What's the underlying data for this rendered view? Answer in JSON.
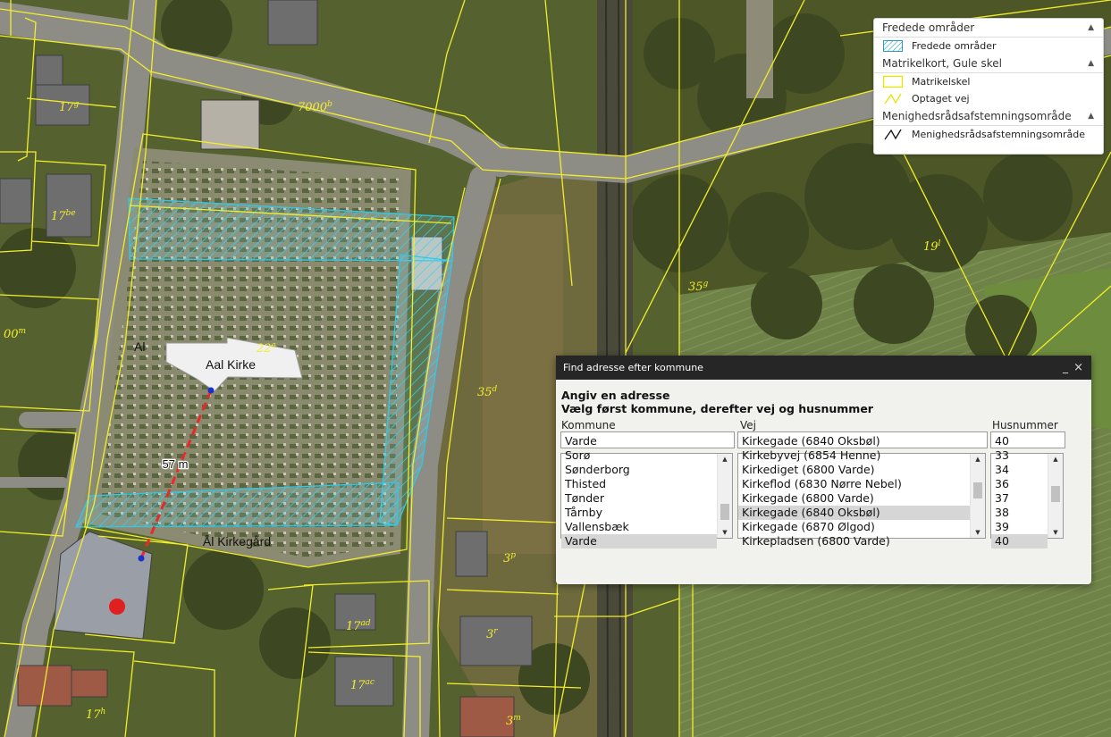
{
  "map": {
    "parcels": [
      {
        "main": "17",
        "sup": "g"
      },
      {
        "main": "7000",
        "sup": "b"
      },
      {
        "main": "17",
        "sup": "be"
      },
      {
        "main": "19",
        "sup": "l"
      },
      {
        "main": "35",
        "sup": "g"
      },
      {
        "main": "35",
        "sup": "d"
      },
      {
        "main": "3",
        "sup": "p"
      },
      {
        "main": "17",
        "sup": "ad"
      },
      {
        "main": "3",
        "sup": "r"
      },
      {
        "main": "17",
        "sup": "ac"
      },
      {
        "main": "17",
        "sup": "h"
      },
      {
        "main": "3",
        "sup": "m"
      },
      {
        "main": "00",
        "sup": "m"
      },
      {
        "main": "22",
        "sup": "a"
      }
    ],
    "church_label": "Aal Kirke",
    "church_label_left": "Al",
    "cemetery_label": "Ål Kirkegård",
    "distance_label": "57 m"
  },
  "legend": {
    "sections": [
      {
        "title": "Fredede områder",
        "items": [
          {
            "label": "Fredede områder",
            "symbol": "hatch"
          }
        ]
      },
      {
        "title": "Matrikelkort, Gule skel",
        "items": [
          {
            "label": "Matrikelskel",
            "symbol": "yellow-box"
          },
          {
            "label": "Optaget vej",
            "symbol": "yellow-line"
          }
        ]
      },
      {
        "title": "Menighedsrådsafstemningsområde",
        "items": [
          {
            "label": "Menighedsrådsafstemningsområde",
            "symbol": "black-line"
          }
        ]
      }
    ]
  },
  "dialog": {
    "title": "Find adresse efter kommune",
    "minimize": "_",
    "close": "×",
    "heading1": "Angiv en adresse",
    "heading2": "Vælg først kommune, derefter vej og husnummer",
    "kommune": {
      "label": "Kommune",
      "value": "Varde",
      "options": [
        "Sorø",
        "Sønderborg",
        "Thisted",
        "Tønder",
        "Tårnby",
        "Vallensbæk",
        "Varde"
      ],
      "selected_index": 6
    },
    "vej": {
      "label": "Vej",
      "value": "Kirkegade (6840 Oksbøl)",
      "options": [
        "Kirkebyvej (6854 Henne)",
        "Kirkediget (6800 Varde)",
        "Kirkeflod (6830 Nørre Nebel)",
        "Kirkegade (6800 Varde)",
        "Kirkegade (6840 Oksbøl)",
        "Kirkegade (6870 Ølgod)",
        "Kirkepladsen (6800 Varde)"
      ],
      "selected_index": 4
    },
    "husnummer": {
      "label": "Husnummer",
      "value": "40",
      "options": [
        "33",
        "34",
        "36",
        "37",
        "38",
        "39",
        "40"
      ],
      "selected_index": 6
    }
  },
  "colors": {
    "parcel_line": "#f2ee2a",
    "protected_area": "#29c9e6",
    "measure_line": "#e8282a",
    "dialog_title_bg": "#262626",
    "selection": "#d6d6d6"
  }
}
